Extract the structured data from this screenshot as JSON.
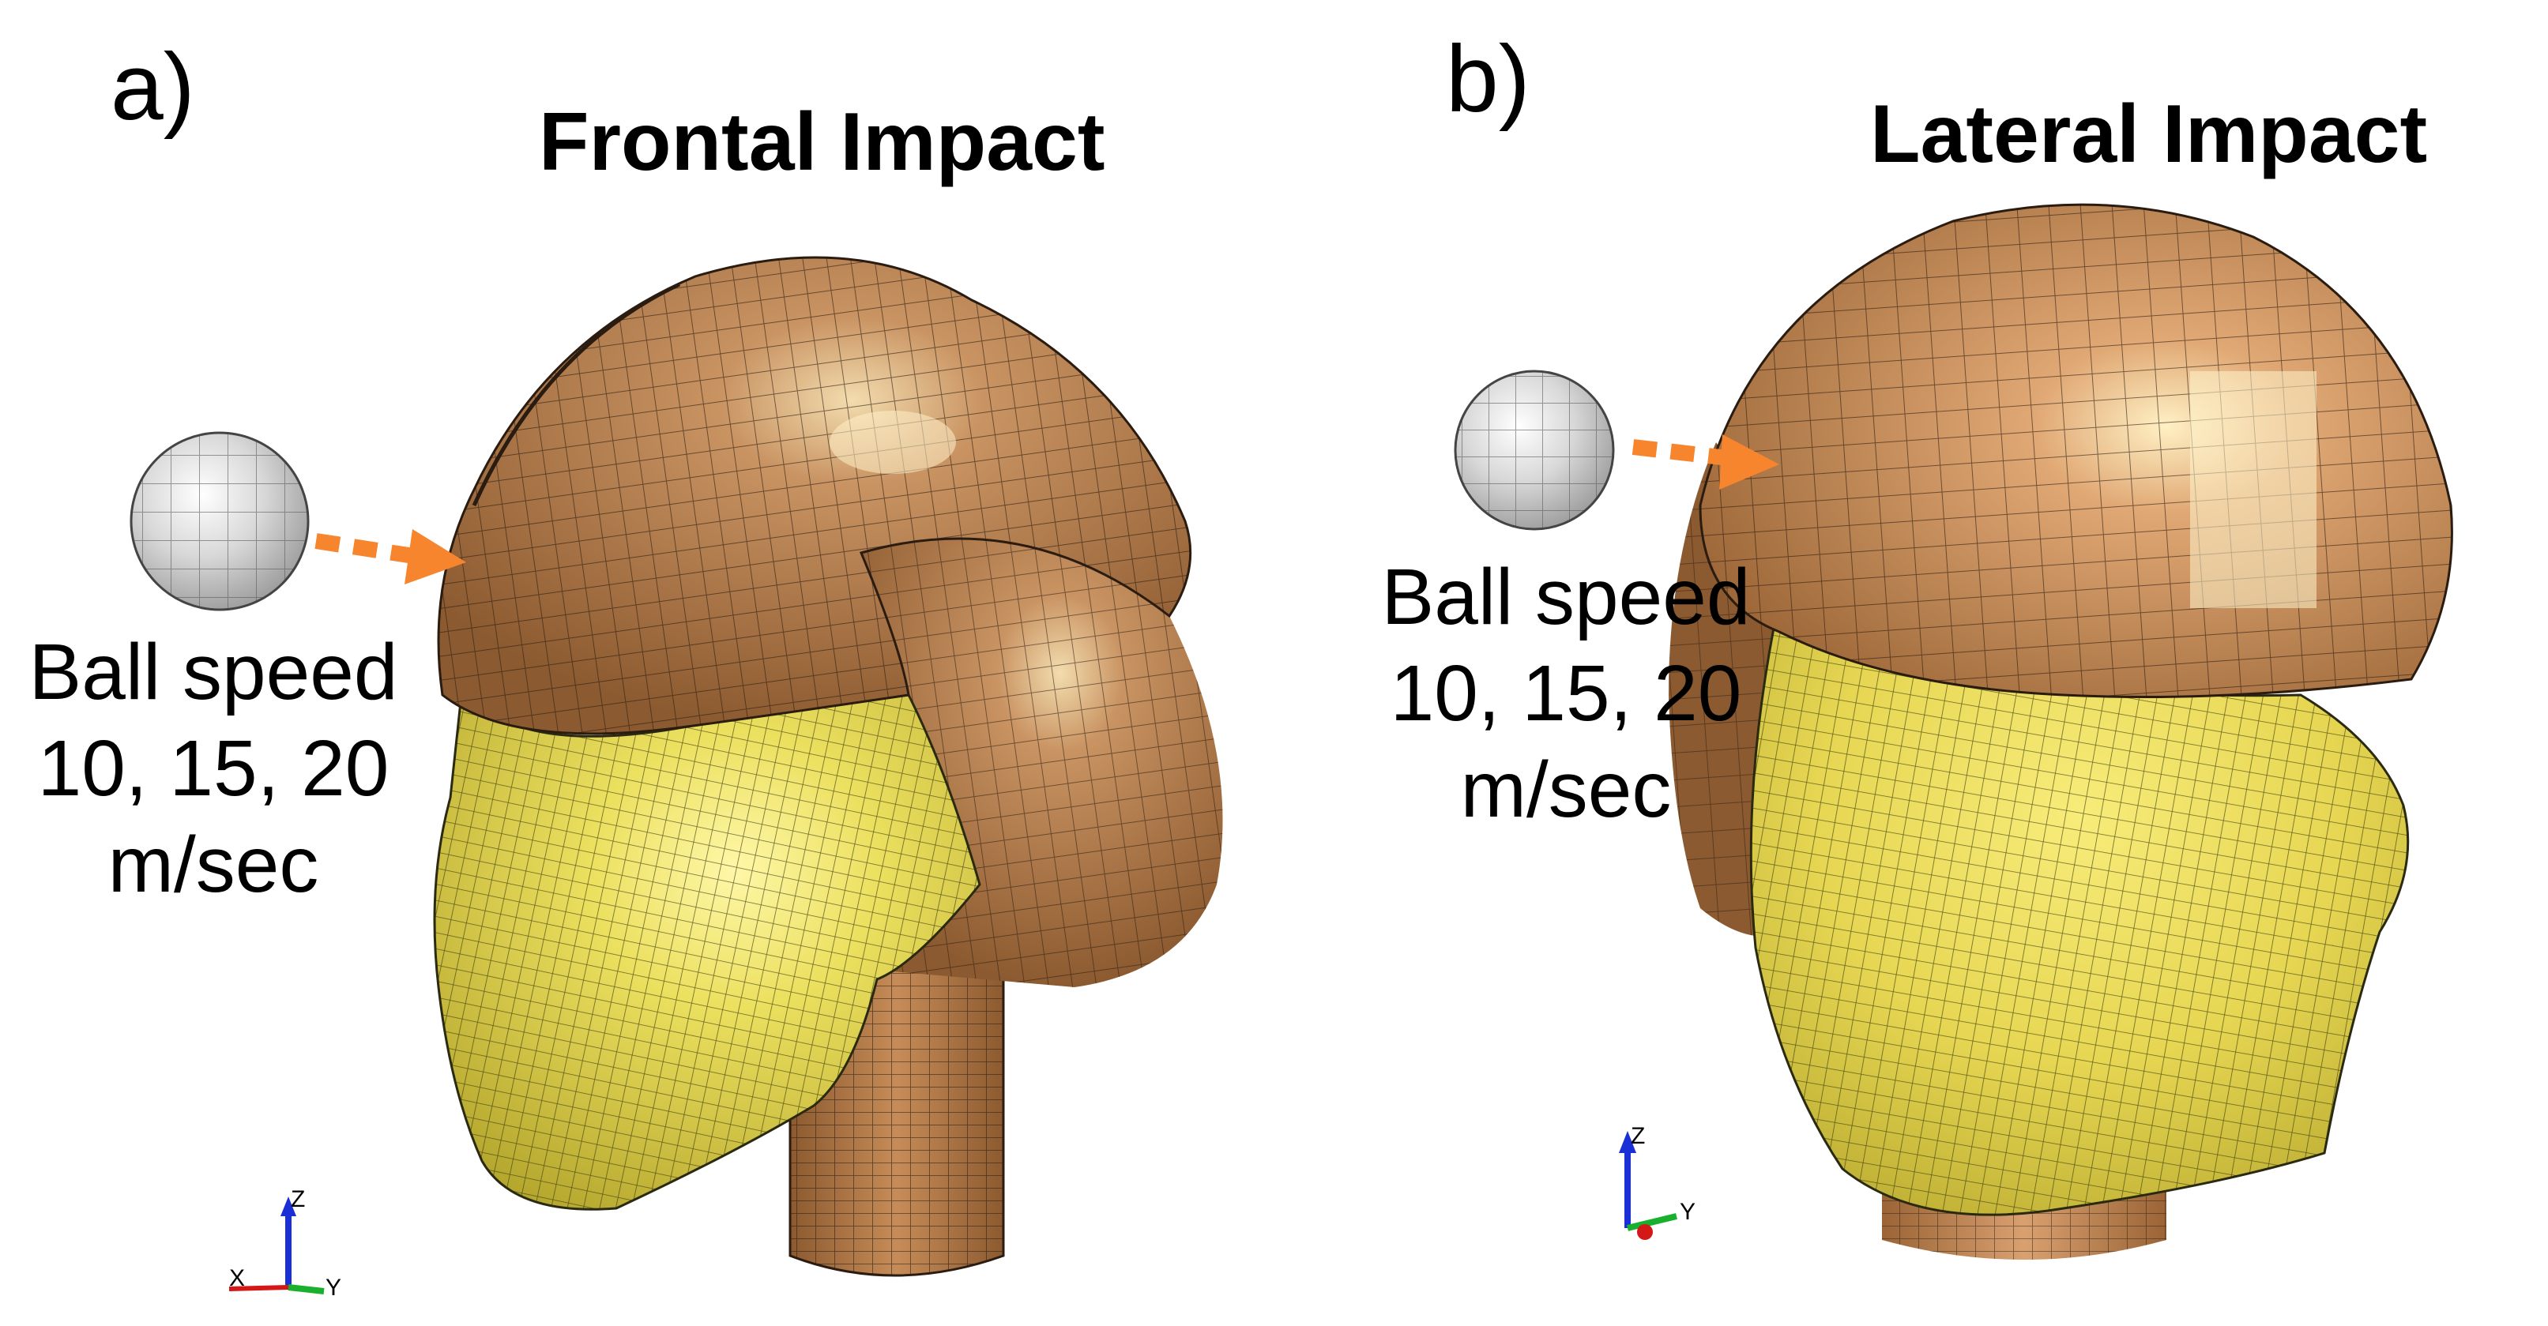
{
  "panels": [
    {
      "id": "a",
      "letter": "a)",
      "title": "Frontal Impact",
      "speed_lines": [
        "Ball speed",
        "10, 15, 20",
        "m/sec"
      ],
      "axes": {
        "x": "X",
        "y": "Y",
        "z": "Z"
      }
    },
    {
      "id": "b",
      "letter": "b)",
      "title": "Lateral Impact",
      "speed_lines": [
        "Ball speed",
        "10, 15, 20",
        "m/sec"
      ],
      "axes": {
        "y": "Y",
        "z": "Z"
      }
    }
  ],
  "colors": {
    "helmet": "#b07a48",
    "helmet_highlight": "#f3dcae",
    "face": "#ece05f",
    "face_shadow": "#c9bb3a",
    "neck": "#b17748",
    "ball": "#cfcfcf",
    "arrow": "#f7852e",
    "mesh": "#2a1c10",
    "axis_x": "#d41818",
    "axis_y": "#18b02c",
    "axis_z": "#1a2fd6"
  }
}
